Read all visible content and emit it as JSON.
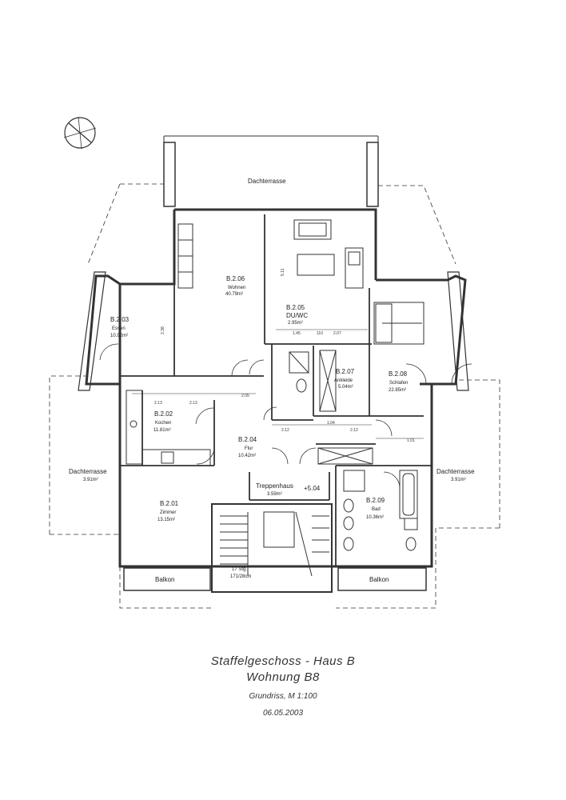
{
  "rooms": [
    {
      "id": "B.2.06",
      "name": "Wohnen",
      "area": "40.79m²"
    },
    {
      "id": "B.2.03",
      "name": "Essen",
      "area": "10.92m²"
    },
    {
      "id": "B.2.05",
      "name": "DU/WC",
      "area": "2.95m²"
    },
    {
      "id": "B.2.07",
      "name": "Ankleide",
      "area": "5.04m²"
    },
    {
      "id": "B.2.08",
      "name": "Schlafen",
      "area": "22.85m²"
    },
    {
      "id": "B.2.02",
      "name": "Kochen",
      "area": "11.81m²"
    },
    {
      "id": "B.2.04",
      "name": "Flur",
      "area": "10.42m²"
    },
    {
      "id": "B.2.01",
      "name": "Zimmer",
      "area": "13.15m²"
    },
    {
      "id": "B.2.09",
      "name": "Bad",
      "area": "10.36m²"
    }
  ],
  "stairwell": {
    "name": "Treppenhaus",
    "area": "3.59m²",
    "level": "+5.04",
    "steps": "17 Stg.",
    "step_size": "171/28cm"
  },
  "terraces": {
    "top": "Dachterrasse",
    "left": {
      "name": "Dachterrasse",
      "area": "3.91m²"
    },
    "right": {
      "name": "Dachterrasse",
      "area": "3.91m²"
    }
  },
  "balconies": {
    "left": "Balkon",
    "right": "Balkon"
  },
  "dimensions": {
    "d1": "1.45",
    "d2": "110",
    "d3": "2.07",
    "d4": "2.05",
    "d5": "2.13",
    "d6": "2.13",
    "d7": "2.12",
    "d8": "2.12",
    "d9": "1.04",
    "d10": "1.01",
    "d11": "5.11",
    "d12": "2.38"
  },
  "title": {
    "line1": "Staffelgeschoss  -  Haus  B",
    "line2": "Wohnung  B8",
    "line3": "Grundriss,  M  1:100",
    "line4": "06.05.2003"
  }
}
